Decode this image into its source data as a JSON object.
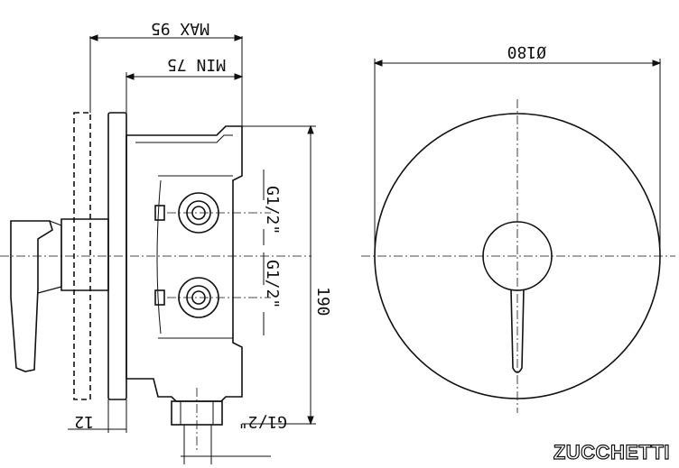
{
  "dimensions": {
    "max": "MAX 95",
    "min": "MIN 75",
    "height": "190",
    "diameter": "Ø180",
    "thread_top": "G1/2\"",
    "thread_middle": "G1/2\"",
    "thread_bottom": "G1/2\"",
    "plate": "12"
  },
  "brand": "ZUCCHETTI",
  "colors": {
    "line": "#111111",
    "background": "#ffffff"
  }
}
